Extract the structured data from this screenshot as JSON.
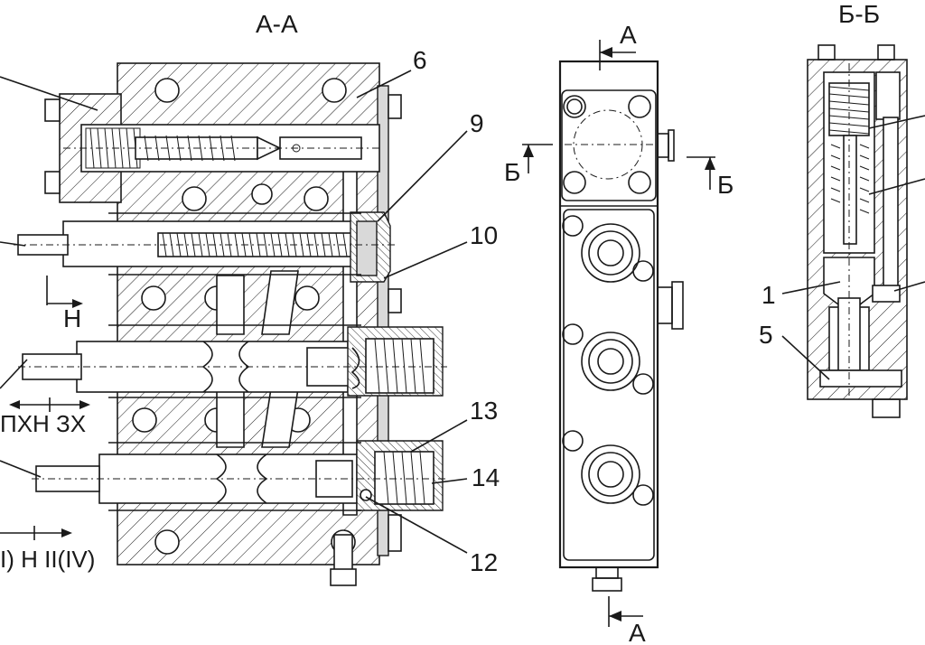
{
  "sections": {
    "aa_title": "А-А",
    "bb_title": "Б-Б"
  },
  "callouts": {
    "c6": "6",
    "c9": "9",
    "c10": "10",
    "c13": "13",
    "c14": "14",
    "c12": "12",
    "c1": "1",
    "c5": "5"
  },
  "marks": {
    "h_view": "Н",
    "a_top": "А",
    "a_bottom": "А",
    "b_left": "Б",
    "b_right": "Б"
  },
  "positions": {
    "row3": "ПХН ЗХ",
    "row4": "I) Н II(IV)"
  },
  "colors": {
    "line": "#1a1a1a",
    "background": "#ffffff"
  }
}
